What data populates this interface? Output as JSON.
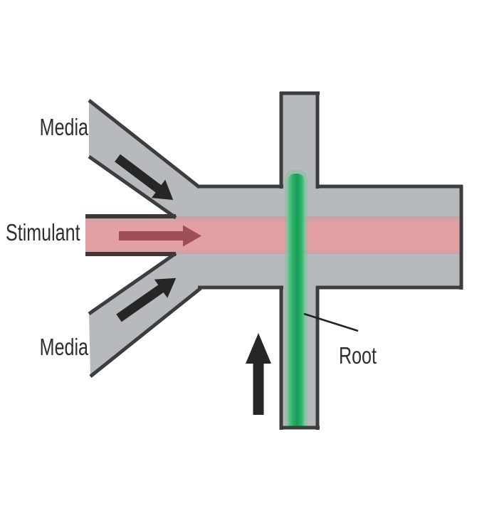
{
  "figure": {
    "type": "schematic-diagram",
    "subject": "Microfluidic chip junction: two media inlets and a stimulant inlet merge into a main channel crossed by a vertical channel holding a plant root",
    "labels": {
      "media_top": "Media",
      "stimulant": "Stimulant",
      "media_bottom": "Media",
      "root": "Root"
    },
    "arrows": [
      {
        "id": "media-top-flow",
        "direction": "down-right into junction",
        "color": "#262626"
      },
      {
        "id": "stimulant-flow",
        "direction": "right along stimulant channel",
        "color": "#9e4f55"
      },
      {
        "id": "media-bottom-flow",
        "direction": "up-right into junction",
        "color": "#262626"
      },
      {
        "id": "root-entry-flow",
        "direction": "upward beside root channel",
        "color": "#262626"
      }
    ],
    "colors": {
      "background": "#ffffff",
      "channel_gray": "#b7babd",
      "outline": "#3c3d3f",
      "stimulant_pink": "#e2a0a4",
      "stimulant_pink_edge": "#c6a3a7",
      "stimulant_border": "#413637",
      "stimulant_arrow": "#9e4f55",
      "flow_arrow_black": "#262626",
      "root_green": "#2cb167",
      "root_green_dark": "#169e58",
      "root_green_light": "#6fc897",
      "leader_line": "#222222",
      "label_text": "#2e2e2e"
    }
  }
}
